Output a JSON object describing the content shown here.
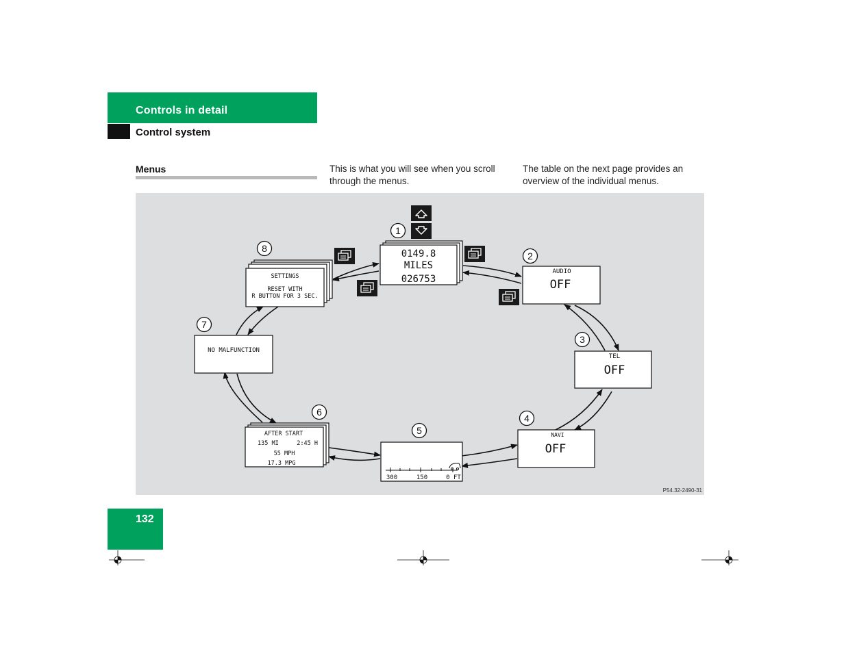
{
  "header": {
    "section": "Controls in detail",
    "subsection": "Control system"
  },
  "menus_heading": "Menus",
  "intro_left": "This is what you will see when you scroll through the menus.",
  "intro_right": "The table on the next page provides an overview of the individual menus.",
  "page_number": "132",
  "figure": {
    "code": "P54.32-2490-31",
    "menus": [
      {
        "number": "1",
        "lines": [
          "0149.8",
          "MILES",
          "026753"
        ]
      },
      {
        "number": "2",
        "label": "AUDIO",
        "value": "OFF"
      },
      {
        "number": "3",
        "label": "TEL",
        "value": "OFF"
      },
      {
        "number": "4",
        "label": "NAVI",
        "value": "OFF"
      },
      {
        "number": "5",
        "scale": [
          "300",
          "150",
          "0 FT"
        ]
      },
      {
        "number": "6",
        "lines": [
          "AFTER START",
          "135 MI",
          "2:45 H",
          "55 MPH",
          "17.3 MPG"
        ]
      },
      {
        "number": "7",
        "lines": [
          "NO MALFUNCTION"
        ]
      },
      {
        "number": "8",
        "lines": [
          "SETTINGS",
          "RESET WITH",
          "R BUTTON FOR 3 SEC."
        ]
      }
    ]
  }
}
